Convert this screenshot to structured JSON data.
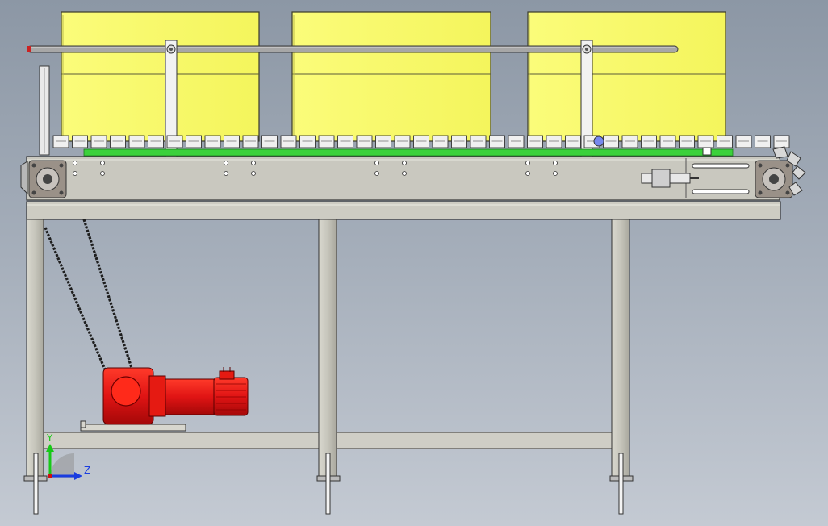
{
  "view": {
    "type": "cad-viewport",
    "background_top": "#8c97a5",
    "background_bottom": "#c4cad3"
  },
  "model": {
    "colors": {
      "boxes": "#f8fa6b",
      "frame": "#c8c7be",
      "frame_edge": "#3a3a3a",
      "green_strip": "#3bd13b",
      "motor": "#e01515",
      "chain": "#2a2a2a",
      "guide_rail": "#9a9a9a"
    },
    "boxes_count": 3,
    "legs_count": 3
  },
  "triad": {
    "y_label": "Y",
    "z_label": "Z",
    "y_color": "#17c917",
    "z_color": "#1a3de0"
  }
}
